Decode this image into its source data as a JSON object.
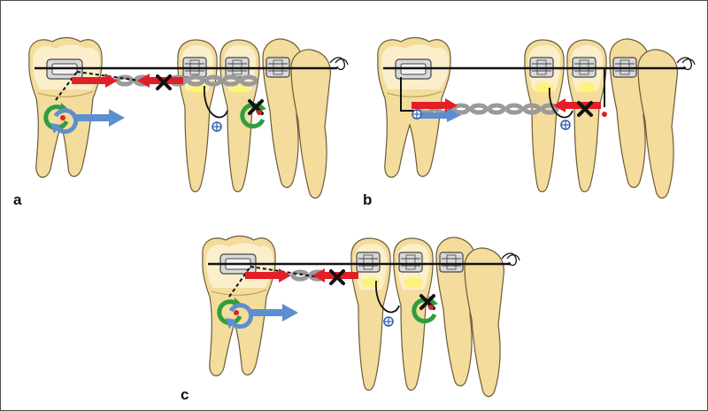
{
  "panels": [
    {
      "id": "a",
      "label": "a"
    },
    {
      "id": "b",
      "label": "b"
    },
    {
      "id": "c",
      "label": "c"
    }
  ],
  "colors": {
    "tooth_fill": "#f3dc9c",
    "tooth_root": "#e9c46e",
    "tooth_outline": "#6b5b3a",
    "enamel": "#fbeecb",
    "bracket": "#d9d9d9",
    "archwire": "#111111",
    "chain": "#9a9a9a",
    "force_arrow": "#e21f26",
    "rotation_arrow": "#2e9e3e",
    "movement_arrow": "#5b8fcf",
    "center_marker": "#2f5fa8",
    "yellow_zone": "#fff36a"
  },
  "icons": [
    "bracket-icon",
    "archwire",
    "elastic-chain",
    "cross-mark-icon",
    "rotation-arrow-icon",
    "movement-arrow-icon",
    "center-of-resistance-icon"
  ]
}
